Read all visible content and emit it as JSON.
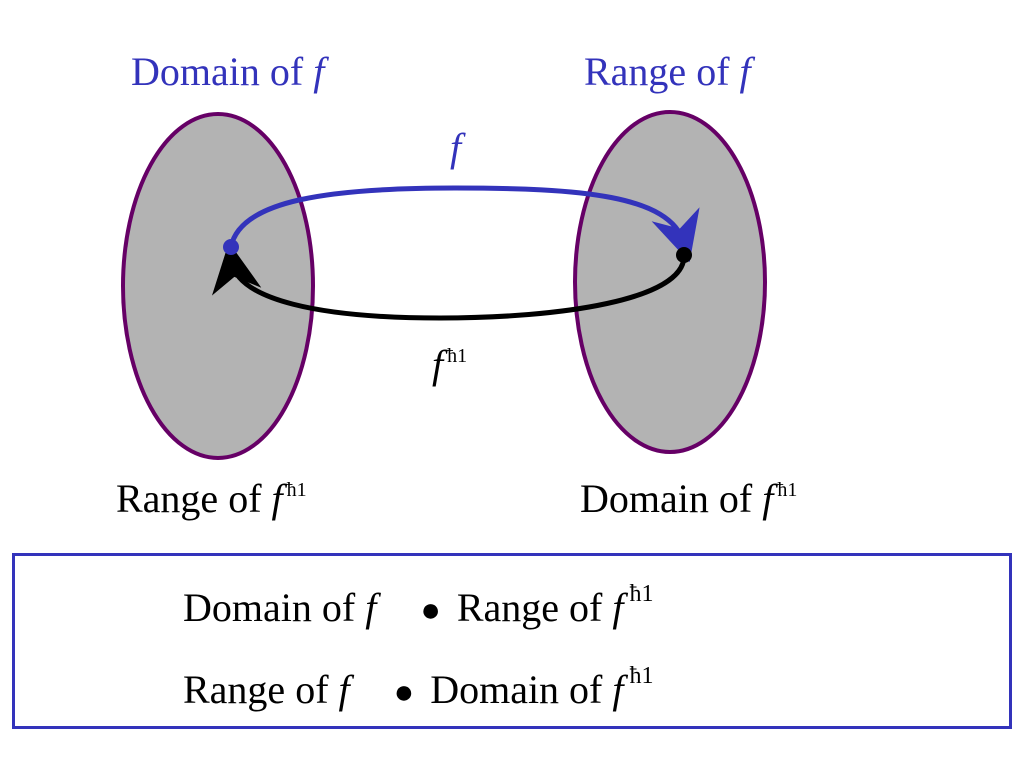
{
  "labels": {
    "domain_f": "Domain of",
    "range_f": "Range of",
    "arrow_f": "f",
    "arrow_f_inv": "f",
    "range_f_inv": "Range of",
    "domain_f_inv": "Domain of",
    "f_symbol": "f",
    "inverse_sup": "ħ1"
  },
  "relations": [
    {
      "left": "Domain of",
      "symbol": "●",
      "right": "Range of"
    },
    {
      "left": "Range of",
      "symbol": "●",
      "right": "Domain of"
    }
  ],
  "colors": {
    "blue": "#3333bb",
    "oval_fill": "#b3b3b3",
    "oval_stroke": "#660066",
    "black": "#000000"
  }
}
